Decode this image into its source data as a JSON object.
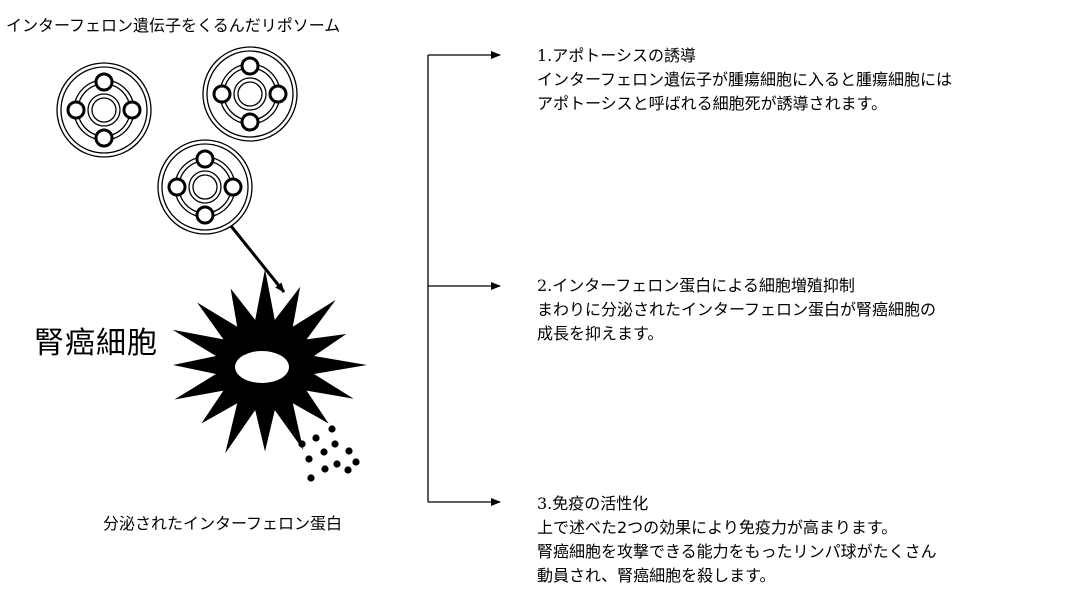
{
  "title": "インターフェロン遺伝子をくるんだリポソーム",
  "cell_label": "腎癌細胞",
  "protein_label": "分泌されたインターフェロン蛋白",
  "effects": [
    {
      "heading": "1.アポトーシスの誘導",
      "lines": [
        "インターフェロン遺伝子が腫瘍細胞に入ると腫瘍細胞には",
        "アポトーシスと呼ばれる細胞死が誘導されます。"
      ]
    },
    {
      "heading": "2.インターフェロン蛋白による細胞増殖抑制",
      "lines": [
        "まわりに分泌されたインターフェロン蛋白が腎癌細胞の",
        "成長を抑えます。"
      ]
    },
    {
      "heading": "3.免疫の活性化",
      "lines": [
        "上で述べた2つの効果により免疫力が高まります。",
        "腎癌細胞を攻撃できる能力をもったリンパ球がたくさん",
        "動員され、腎癌細胞を殺します。"
      ]
    }
  ]
}
